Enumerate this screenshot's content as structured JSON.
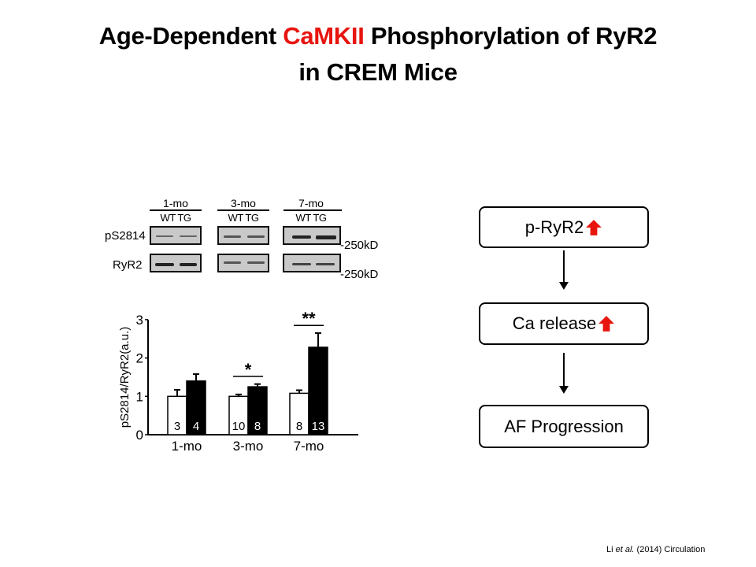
{
  "title": {
    "part1": "Age-Dependent ",
    "highlight": "CaMKII",
    "part2": " Phosphorylation of RyR2",
    "line2": "in CREM Mice",
    "highlight_color": "#e8150f"
  },
  "blot": {
    "ages": [
      "1-mo",
      "3-mo",
      "7-mo"
    ],
    "lanes": "WT TG",
    "rows": [
      "pS2814",
      "RyR2"
    ],
    "marker": "-250kD"
  },
  "flow": {
    "boxes": [
      "p-RyR2",
      "Ca release",
      "AF Progression"
    ],
    "arrow_color": "#e8150f"
  },
  "citation": {
    "author": "Li ",
    "etal": "et al.",
    "rest": " (2014)  Circulation"
  },
  "chart_data": {
    "type": "bar",
    "categories": [
      "1-mo",
      "3-mo",
      "7-mo"
    ],
    "ylabel": "pS2814/RyR2(a.u.)",
    "ylim": [
      0,
      3
    ],
    "yticks": [
      "0",
      "1",
      "2",
      "3"
    ],
    "series": [
      {
        "name": "WT",
        "color": "#ffffff",
        "values": [
          1.0,
          1.0,
          1.08
        ],
        "errors": [
          0.17,
          0.05,
          0.08
        ],
        "n": [
          "3",
          "10",
          "8"
        ]
      },
      {
        "name": "TG",
        "color": "#000000",
        "values": [
          1.4,
          1.25,
          2.28
        ],
        "errors": [
          0.18,
          0.07,
          0.37
        ],
        "n": [
          "4",
          "8",
          "13"
        ]
      }
    ],
    "significance": [
      "",
      "*",
      "**"
    ]
  }
}
